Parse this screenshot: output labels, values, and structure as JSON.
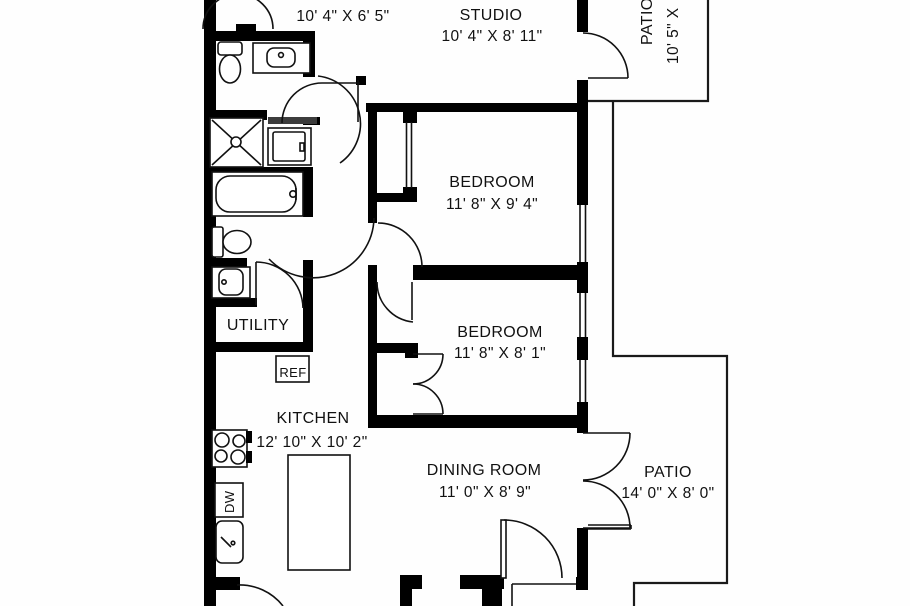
{
  "plan_title": "apartment-floor-plan",
  "rooms": {
    "entry_area": {
      "dims": "10' 4\" X 6' 5\""
    },
    "studio": {
      "name": "STUDIO",
      "dims": "10' 4\" X 8' 11\""
    },
    "patio_top": {
      "name": "PATIO",
      "dims": "10' 5\" X"
    },
    "bedroom1": {
      "name": "BEDROOM",
      "dims": "11' 8\" X 9' 4\""
    },
    "bedroom2": {
      "name": "BEDROOM",
      "dims": "11' 8\" X 8' 1\""
    },
    "utility": {
      "name": "UTILITY"
    },
    "kitchen": {
      "name": "KITCHEN",
      "dims": "12' 10\" X 10' 2\""
    },
    "dining": {
      "name": "DINING ROOM",
      "dims": "11' 0\" X 8' 9\""
    },
    "patio_bottom": {
      "name": "PATIO",
      "dims": "14' 0\" X 8' 0\""
    }
  },
  "appliances": {
    "refrigerator": "REF",
    "dishwasher": "DW"
  },
  "colors": {
    "wall": "#000000",
    "background": "#ffffff",
    "line": "#1a1a1a"
  }
}
